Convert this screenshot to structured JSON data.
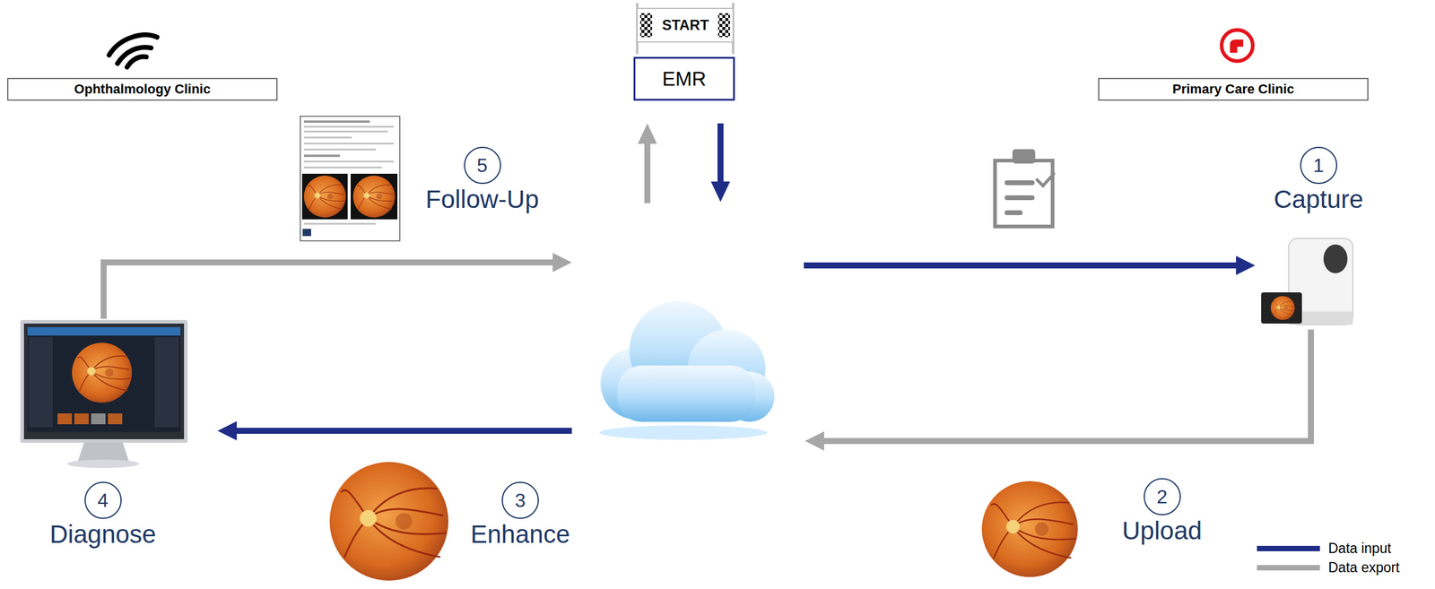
{
  "diagram": {
    "nodes": [
      {
        "text": [
          "Ophthalmology Clinic"
        ]
      },
      {
        "text": [
          "START"
        ]
      },
      {
        "text": [
          "EMR"
        ]
      },
      {
        "text": [
          "Primary Care Clinic"
        ]
      },
      {
        "text": [
          "5",
          "Follow-Up"
        ]
      },
      {
        "text": [
          "1",
          "Capture"
        ]
      },
      {
        "text": [
          "4",
          "Diagnose"
        ]
      },
      {
        "text": [
          "3",
          "Enhance"
        ]
      },
      {
        "text": [
          "2",
          "Upload"
        ]
      }
    ],
    "legend": [
      {
        "text": "Data input",
        "color": "#1F2D86"
      },
      {
        "text": "Data export",
        "color": "#A6A6A6"
      }
    ]
  }
}
